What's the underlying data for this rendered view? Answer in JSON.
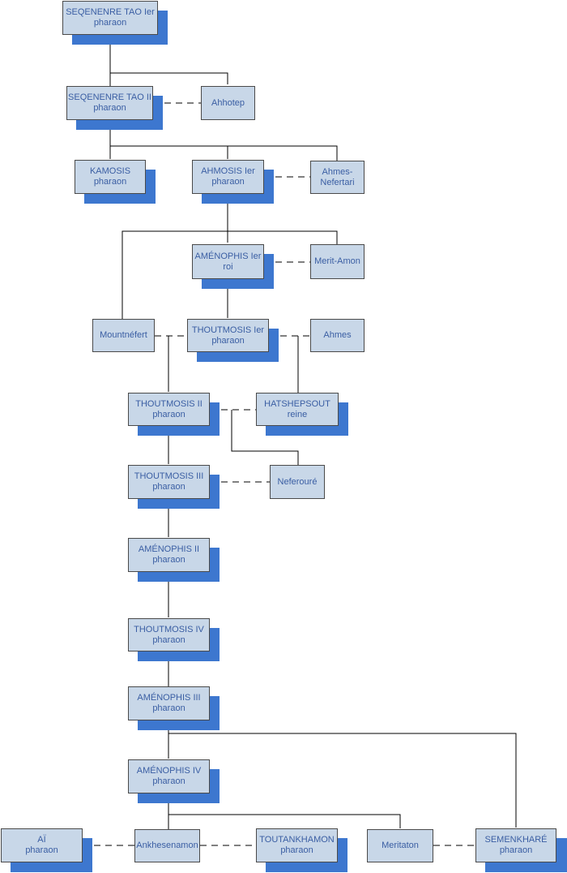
{
  "nodes": {
    "seqenenre_tao_1": {
      "name": "SEQENENRE TAO Ier",
      "title": "pharaon"
    },
    "seqenenre_tao_2": {
      "name": "SEQENENRE TAO II",
      "title": "pharaon"
    },
    "ahhotep": {
      "name": "Ahhotep",
      "title": ""
    },
    "kamosis": {
      "name": "KAMOSIS",
      "title": "pharaon"
    },
    "ahmosis_1": {
      "name": "AHMOSIS Ier",
      "title": "pharaon"
    },
    "ahmes_nefertari": {
      "name": "Ahmes-",
      "title": "Nefertari"
    },
    "amenophis_1": {
      "name": "AMÉNOPHIS Ier",
      "title": "roi"
    },
    "merit_amon": {
      "name": "Merit-Amon",
      "title": ""
    },
    "mountnefert": {
      "name": "Mountnéfert",
      "title": ""
    },
    "thoutmosis_1": {
      "name": "THOUTMOSIS Ier",
      "title": "pharaon"
    },
    "ahmes": {
      "name": "Ahmes",
      "title": ""
    },
    "thoutmosis_2": {
      "name": "THOUTMOSIS II",
      "title": "pharaon"
    },
    "hatshepsout": {
      "name": "HATSHEPSOUT",
      "title": "reine"
    },
    "thoutmosis_3": {
      "name": "THOUTMOSIS III",
      "title": "pharaon"
    },
    "neferoure": {
      "name": "Neferouré",
      "title": ""
    },
    "amenophis_2": {
      "name": "AMÉNOPHIS II",
      "title": "pharaon"
    },
    "thoutmosis_4": {
      "name": "THOUTMOSIS IV",
      "title": "pharaon"
    },
    "amenophis_3": {
      "name": "AMÉNOPHIS III",
      "title": "pharaon"
    },
    "amenophis_4": {
      "name": "AMÉNOPHIS IV",
      "title": "pharaon"
    },
    "ai": {
      "name": "AÏ",
      "title": "pharaon"
    },
    "ankhesenamon": {
      "name": "Ankhesenamon",
      "title": ""
    },
    "toutankhamon": {
      "name": "TOUTANKHAMON",
      "title": "pharaon"
    },
    "meritaton": {
      "name": "Meritaton",
      "title": ""
    },
    "semenkhare": {
      "name": "SEMENKHARÉ",
      "title": "pharaon"
    }
  },
  "colors": {
    "box_fill": "#c8d7e8",
    "box_shadow": "#3d77cf",
    "text": "#3a5ea3",
    "line": "#000000"
  }
}
